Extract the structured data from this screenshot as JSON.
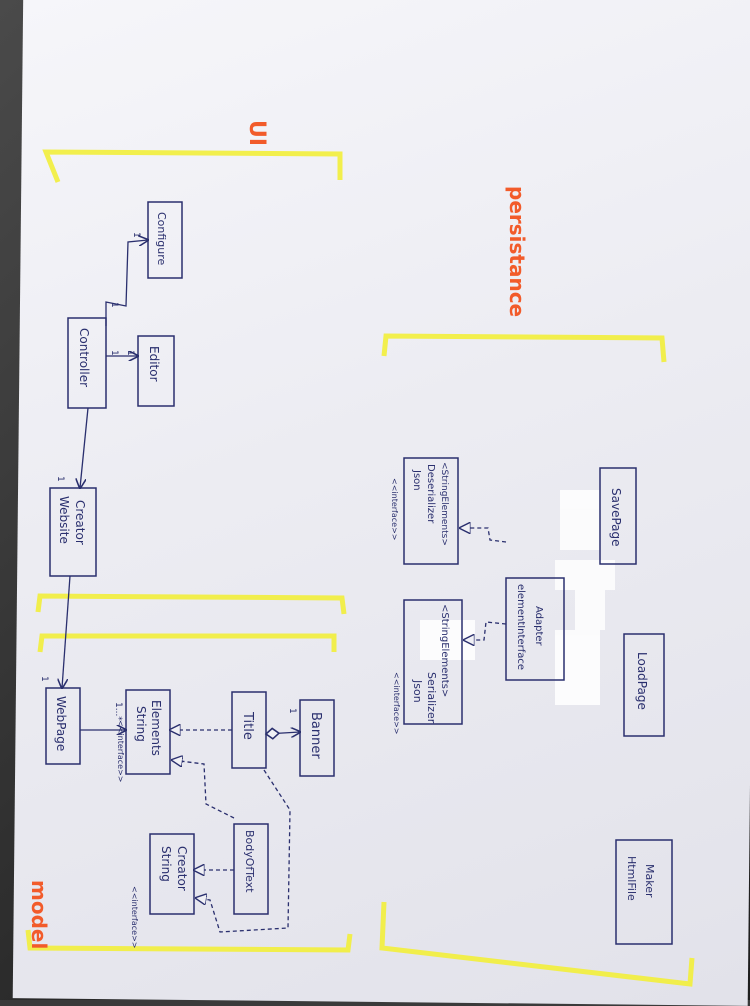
{
  "regions": {
    "ui": "UI",
    "model": "model",
    "persistence": "persistance"
  },
  "classes": {
    "configure": "Configure",
    "controller": "Controller",
    "editor": "Editor",
    "website_creator": [
      "Website",
      "Creator"
    ],
    "webpage": "WebPage",
    "string_elements": [
      "String",
      "Elements"
    ],
    "string_elements_stereotype": "<<interface>>",
    "title": "Title",
    "banner": "Banner",
    "body_of_text": "BodyOfText",
    "string_creator": [
      "String",
      "Creator"
    ],
    "string_creator_stereotype": "<<interface>>",
    "json_serializer": [
      "Json",
      "Serializer",
      "<StringElements>"
    ],
    "json_serializer_stereotype": "<<interface>>",
    "json_deserializer": [
      "Json",
      "Deserializer",
      "<StringElements>"
    ],
    "json_deserializer_stereotype": "<<interface>>",
    "element_adapter": [
      "elementInterface",
      "Adapter"
    ],
    "save_page": "SavePage",
    "load_page": "LoadPage",
    "html_file_maker": [
      "HtmlFile",
      "Maker"
    ]
  },
  "multiplicities": {
    "controller_configure_a": "1",
    "controller_configure_b": "1",
    "controller_editor_a": "1",
    "controller_editor_b": "1",
    "controller_websitecreator": "1",
    "websitecreator_webpage": "1",
    "webpage_stringelements": "1...*",
    "title_banner": "1"
  },
  "colors": {
    "ink": "#2a2f6e",
    "highlighter": "#f2ee3a",
    "label_orange": "#f25b2a",
    "tape": "#ffffff"
  }
}
